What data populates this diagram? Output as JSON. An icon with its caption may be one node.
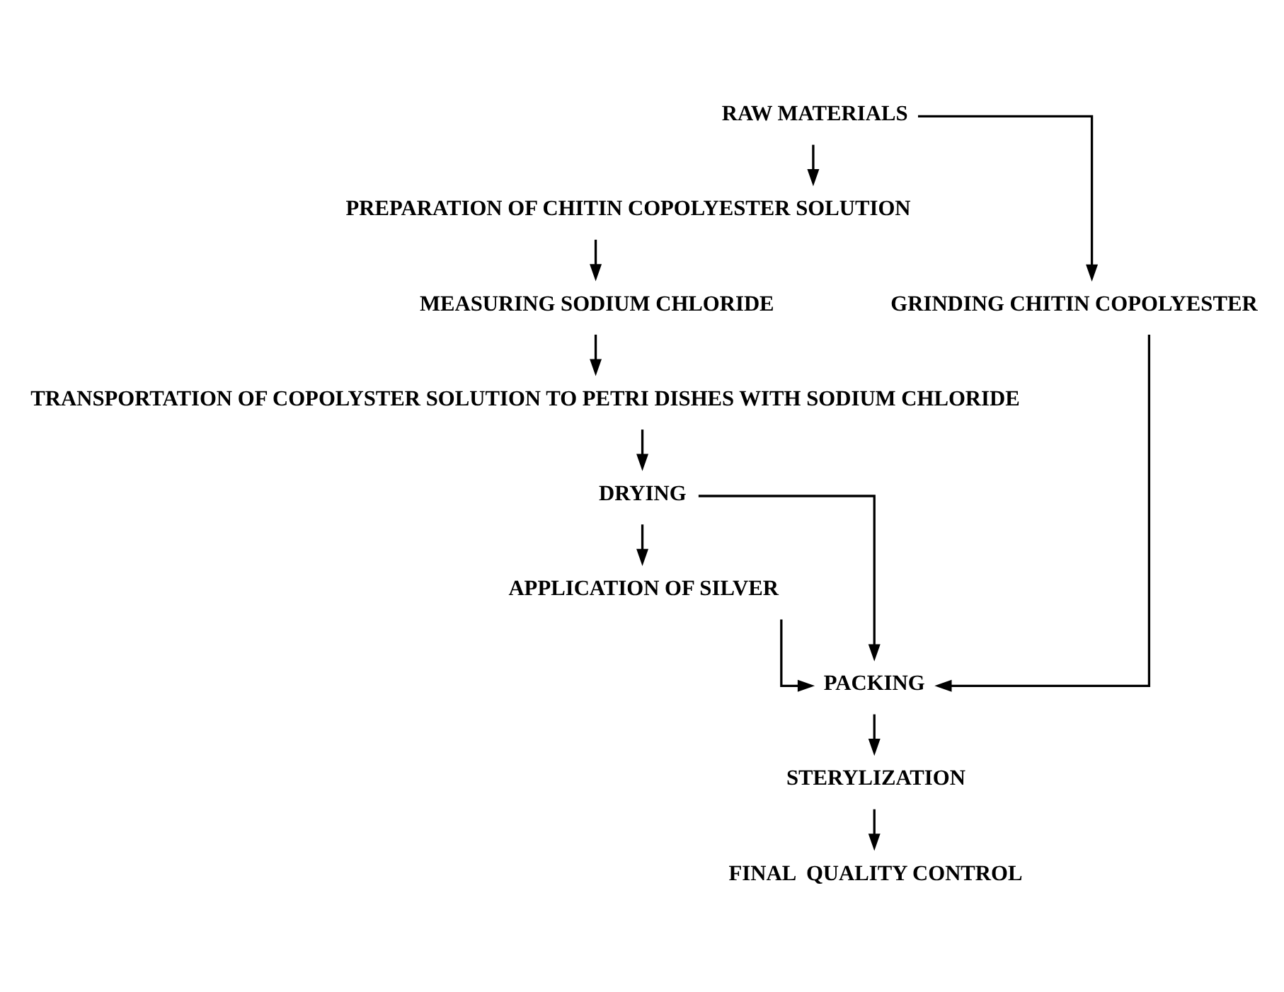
{
  "diagram": {
    "nodes": [
      {
        "text": [
          "RAW MATERIALS"
        ]
      },
      {
        "text": [
          "PREPARATION OF CHITIN COPOLYESTER SOLUTION"
        ]
      },
      {
        "text": [
          "MEASURING SODIUM CHLORIDE"
        ]
      },
      {
        "text": [
          "TRANSPORTATION OF COPOLYSTER SOLUTION TO PETRI DISHES WITH SODIUM CHLORIDE"
        ]
      },
      {
        "text": [
          "GRINDING CHITIN COPOLYESTER"
        ]
      },
      {
        "text": [
          "DRYING"
        ]
      },
      {
        "text": [
          "APPLICATION OF SILVER"
        ]
      },
      {
        "text": [
          "PACKING"
        ]
      },
      {
        "text": [
          "STERYLIZATION"
        ]
      },
      {
        "text": [
          "FINAL  QUALITY CONTROL"
        ]
      }
    ],
    "edges": [
      {
        "from": 0,
        "to": 1,
        "arrow": "to"
      },
      {
        "from": 1,
        "to": 2,
        "arrow": "to"
      },
      {
        "from": 2,
        "to": 3,
        "arrow": "to"
      },
      {
        "from": 0,
        "to": 4,
        "arrow": "to"
      },
      {
        "from": 3,
        "to": 5,
        "arrow": "to"
      },
      {
        "from": 4,
        "to": 7,
        "arrow": "to"
      },
      {
        "from": 5,
        "to": 6,
        "arrow": "to"
      },
      {
        "from": 6,
        "to": 7,
        "arrow": "to"
      },
      {
        "from": 5,
        "to": 7,
        "arrow": "to"
      },
      {
        "from": 7,
        "to": 8,
        "arrow": "to"
      },
      {
        "from": 8,
        "to": 9,
        "arrow": "to"
      }
    ]
  }
}
